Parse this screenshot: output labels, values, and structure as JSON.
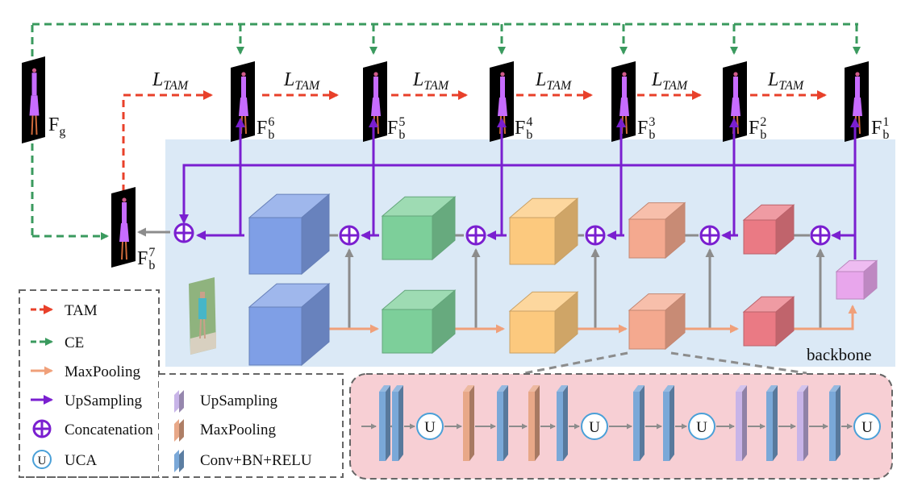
{
  "feature_labels": {
    "fg_base": "F",
    "fg_sub": "g",
    "fb_base": "F",
    "fb_sub": "b",
    "fb_sups": [
      "7",
      "6",
      "5",
      "4",
      "3",
      "2",
      "1"
    ]
  },
  "tam_label": {
    "base": "L",
    "sub": "TAM"
  },
  "backbone_label": "backbone",
  "legend_left": [
    {
      "label": "TAM",
      "color": "#e8402a"
    },
    {
      "label": "CE",
      "color": "#3a9a5e"
    },
    {
      "label": "MaxPooling",
      "color": "#f0a07a"
    },
    {
      "label": "UpSampling",
      "color": "#7a1fd0"
    },
    {
      "label": "Concatenation",
      "color": "#7a1fd0"
    },
    {
      "label": "UCA",
      "symbol": "U"
    }
  ],
  "legend_right": [
    {
      "label": "UpSampling",
      "color": "#c8b4e8"
    },
    {
      "label": "MaxPooling",
      "color": "#e8a888"
    },
    {
      "label": "Conv+BN+RELU",
      "color": "#7aa8d8"
    }
  ],
  "uca_symbol": "U",
  "colors": {
    "tam": "#e8402a",
    "ce": "#3a9a5e",
    "maxpool": "#f0a07a",
    "upsampling": "#7a1fd0",
    "skip": "#8c8c8c",
    "backbone_bg": "#dbe9f6",
    "detail_bg": "#f7cfd4"
  }
}
